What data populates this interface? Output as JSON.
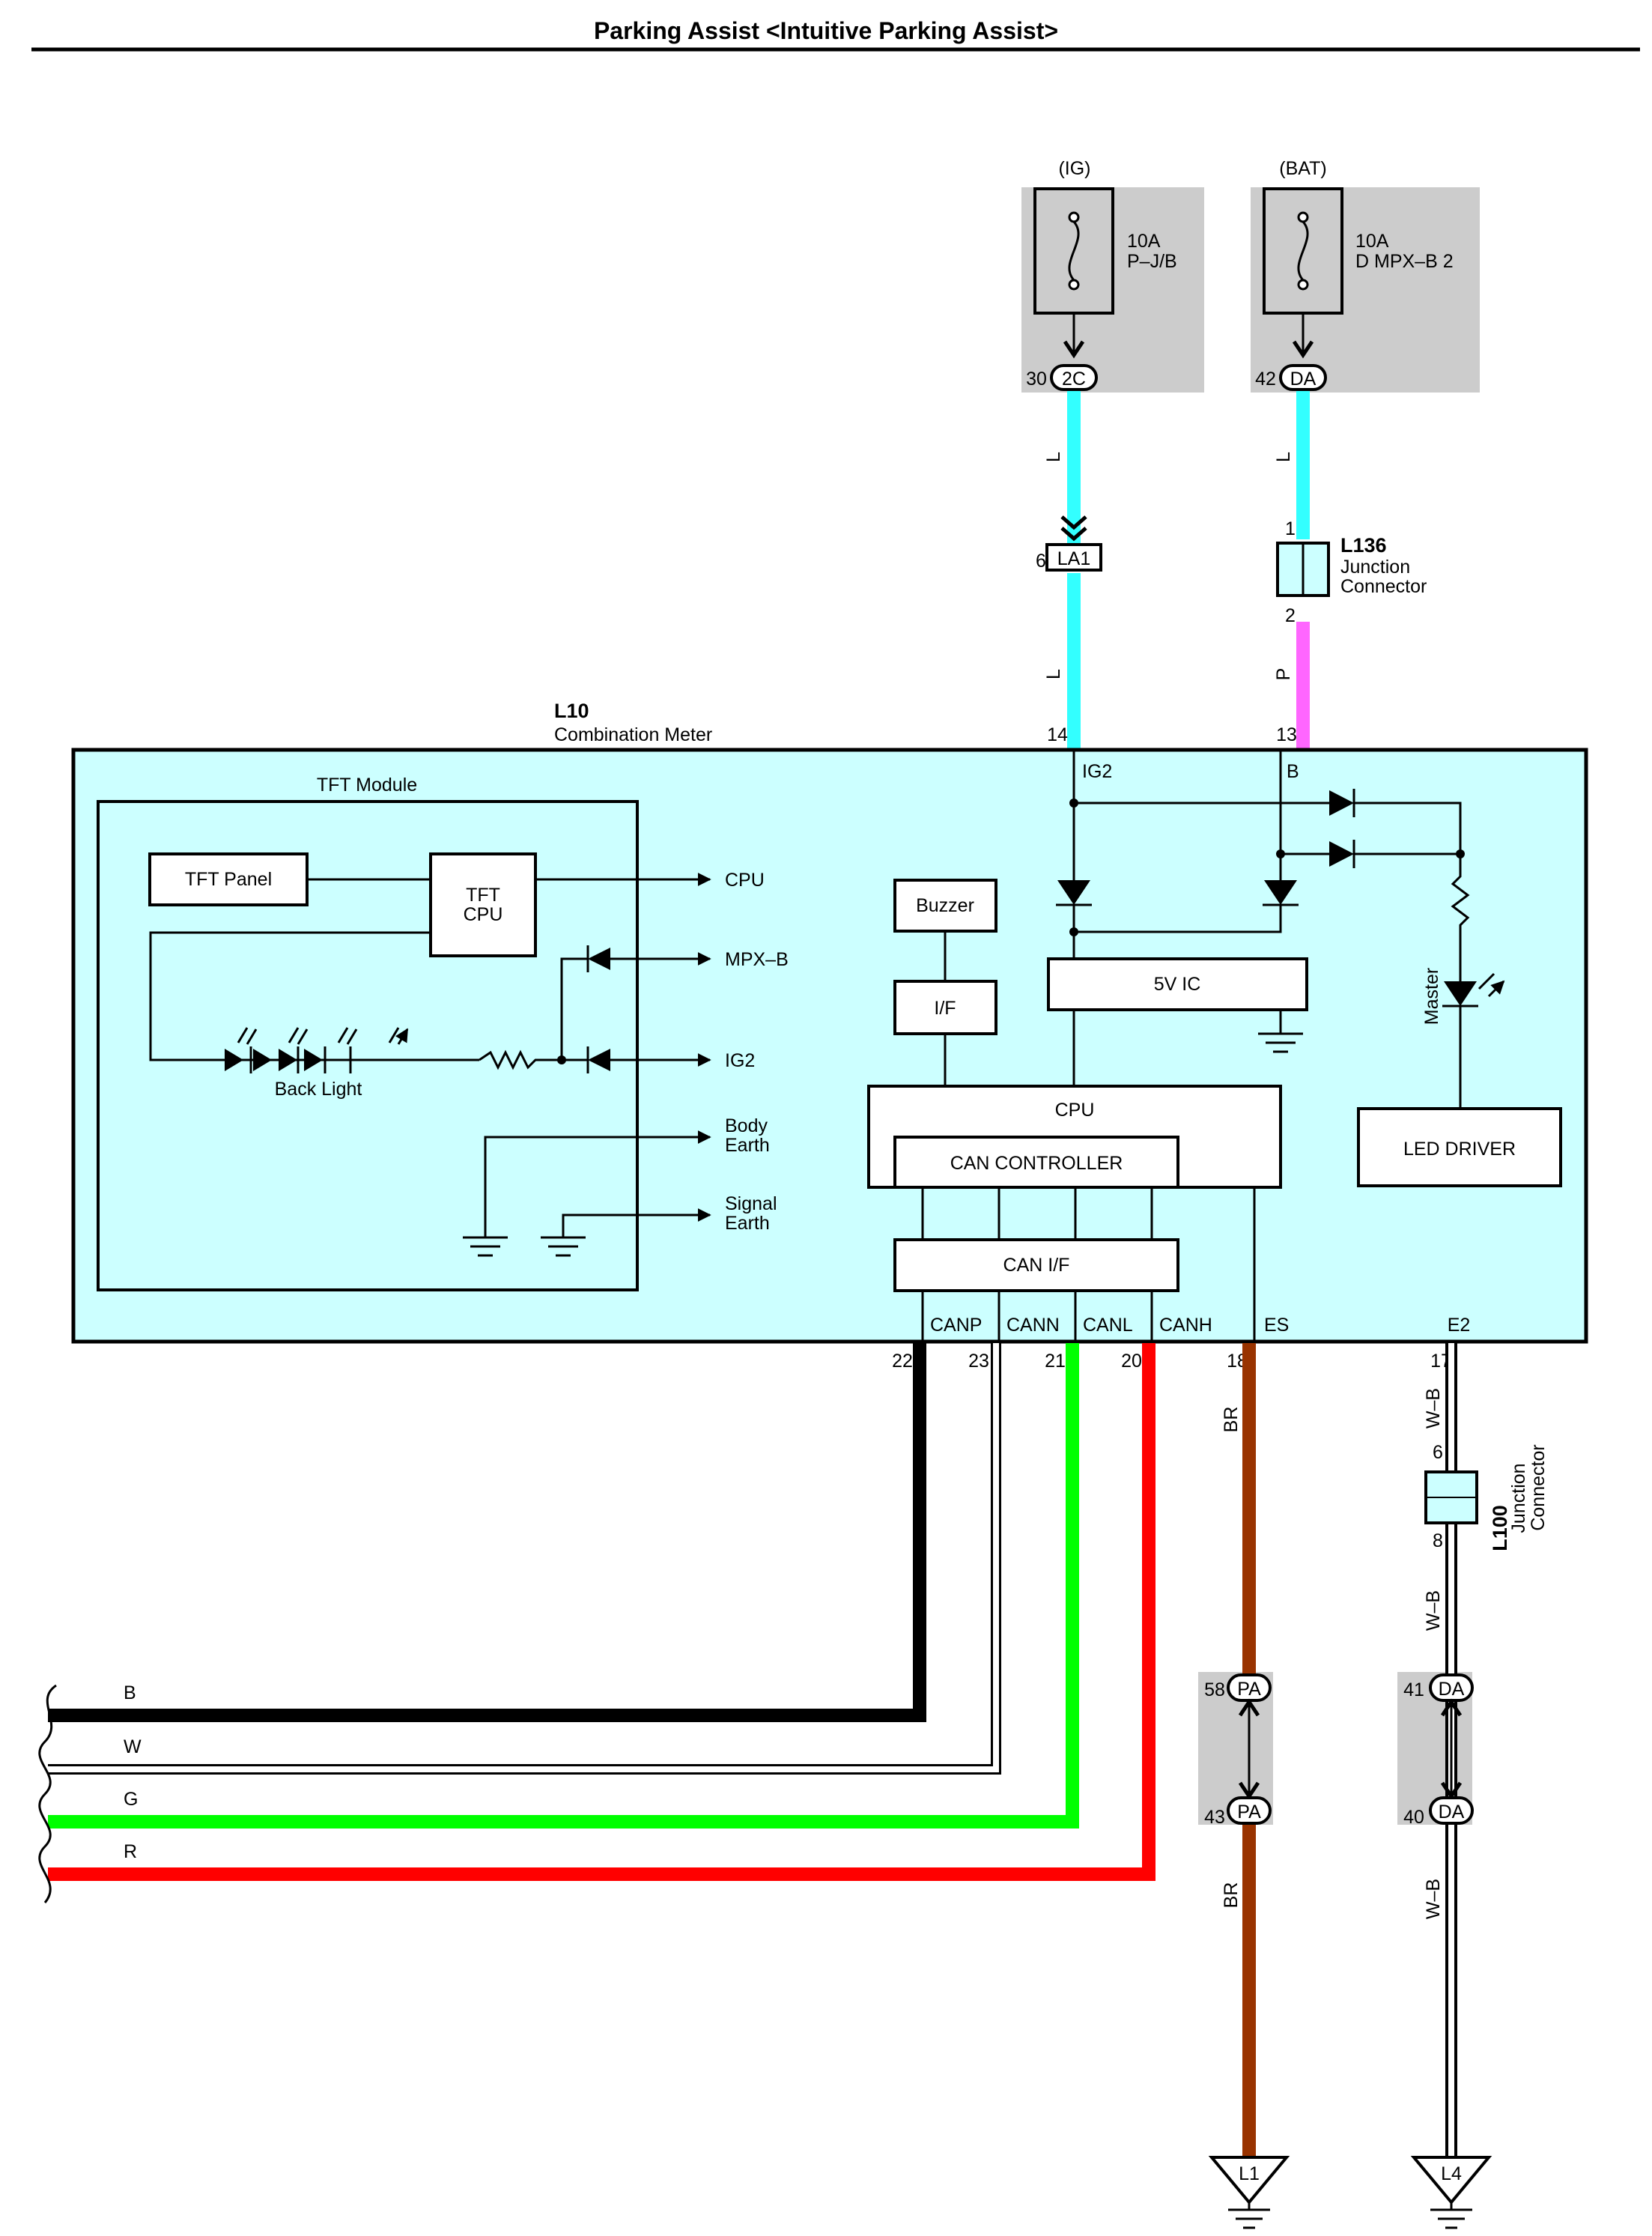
{
  "title": "Parking Assist <Intuitive Parking Assist>",
  "colors": {
    "module_fill": "#ccffff",
    "fuse_bg": "#cccccc",
    "wire_L": "#33ffff",
    "wire_P": "#ff66ff",
    "wire_B": "#000000",
    "wire_W": "#ffffff",
    "wire_G": "#00ff00",
    "wire_R": "#ff0000",
    "wire_BR": "#993300",
    "wire_WB": "#ffffff"
  },
  "fuses": [
    {
      "source": "(IG)",
      "rating": "10A",
      "name": "P–J/B",
      "pin": "30",
      "connector": "2C",
      "wire": "L"
    },
    {
      "source": "(BAT)",
      "rating": "10A",
      "name": "D MPX–B 2",
      "pin": "42",
      "connector": "DA",
      "wire": "L"
    }
  ],
  "connector_la1": {
    "pin": "6",
    "label": "LA1",
    "wire_out": "L"
  },
  "l136": {
    "id": "L136",
    "desc1": "Junction",
    "desc2": "Connector",
    "pin_in": "1",
    "pin_out": "2",
    "wire_out": "P"
  },
  "l10": {
    "id": "L10",
    "desc": "Combination Meter"
  },
  "top_pins": [
    {
      "pin": "14",
      "label": "IG2"
    },
    {
      "pin": "13",
      "label": "B"
    }
  ],
  "tft": {
    "title": "TFT Module",
    "panel": "TFT Panel",
    "cpu1": "TFT",
    "cpu2": "CPU",
    "back_light": "Back Light",
    "outputs": [
      "CPU",
      "MPX–B",
      "IG2"
    ],
    "body_earth": [
      "Body",
      "Earth"
    ],
    "signal_earth": [
      "Signal",
      "Earth"
    ]
  },
  "blocks": {
    "buzzer": "Buzzer",
    "if": "I/F",
    "ic5v": "5V IC",
    "cpu": "CPU",
    "can_controller": "CAN CONTROLLER",
    "can_if": "CAN I/F",
    "master": "Master",
    "led_driver": "LED DRIVER"
  },
  "bottom_terms": [
    {
      "label": "CANP",
      "pin": "22"
    },
    {
      "label": "CANN",
      "pin": "23"
    },
    {
      "label": "CANL",
      "pin": "21"
    },
    {
      "label": "CANH",
      "pin": "20"
    },
    {
      "label": "ES",
      "pin": "18"
    },
    {
      "label": "E2",
      "pin": "17"
    }
  ],
  "wire_labels": {
    "br1": "BR",
    "br2": "BR",
    "wb1": "W–B",
    "wb2": "W–B",
    "wb3": "W–B"
  },
  "l100": {
    "id": "L100",
    "desc1": "Junction",
    "desc2": "Connector",
    "pin_in": "6",
    "pin_out": "8"
  },
  "pa_conn": {
    "pin_top": "58",
    "pin_bot": "43",
    "label": "PA"
  },
  "da_conn": {
    "pin_top": "41",
    "pin_bot": "40",
    "label": "DA"
  },
  "bus": [
    "B",
    "W",
    "G",
    "R"
  ],
  "grounds": [
    "L1",
    "L4"
  ]
}
